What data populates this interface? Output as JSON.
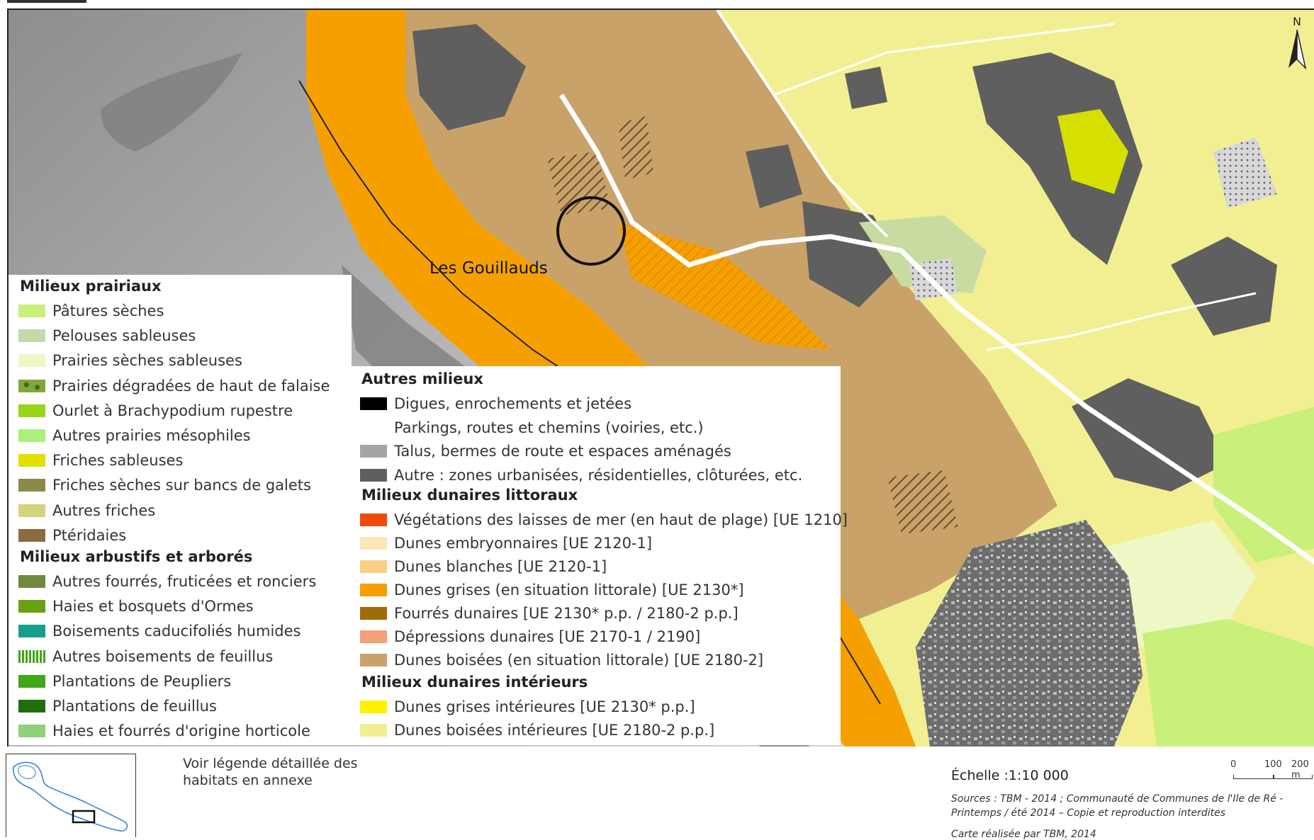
{
  "colors": {
    "sea": "#a9a9a9",
    "sea_light": "#cfcfcf",
    "beach": "#7c7c7c",
    "orange_dune": "#f5a000",
    "wooded_dune": "#c9a26a",
    "pale_yellow": "#f1ef92",
    "urban": "#5f5f5f",
    "light_green": "#c8dba0",
    "road": "#ffffff"
  },
  "map": {
    "place_label": "Les Gouillauds",
    "north_label": "N"
  },
  "legend_left": {
    "heading_1": "Milieux prairiaux",
    "items_1": [
      {
        "label": "Pâtures sèches",
        "color": "#c8f07a"
      },
      {
        "label": "Pelouses sableuses",
        "color": "#c9d8a8"
      },
      {
        "label": "Prairies sèches sableuses",
        "color": "#eef7c6"
      },
      {
        "label": "Prairies dégradées de haut de falaise",
        "color": "#7fa83a",
        "pattern": "mottled"
      },
      {
        "label": "Ourlet à Brachypodium rupestre",
        "color": "#96d616"
      },
      {
        "label": "Autres prairies mésophiles",
        "color": "#aaf07a"
      },
      {
        "label": "Friches sableuses",
        "color": "#e3e000"
      },
      {
        "label": "Friches sèches sur bancs de galets",
        "color": "#8b8a49"
      },
      {
        "label": "Autres friches",
        "color": "#d6d37a"
      },
      {
        "label": "Ptéridaies",
        "color": "#8d6a40"
      }
    ],
    "heading_2": "Milieux arbustifs et arborés",
    "items_2": [
      {
        "label": "Autres fourrés, fruticées et ronciers",
        "color": "#6f8a3c"
      },
      {
        "label": "Haies et bosquets d'Ormes",
        "color": "#6aa016"
      },
      {
        "label": "Boisements caducifoliés humides",
        "color": "#16a08a"
      },
      {
        "label": "Autres boisements de feuillus",
        "color": "#3ea816",
        "pattern": "stripes"
      },
      {
        "label": "Plantations de Peupliers",
        "color": "#3ea816"
      },
      {
        "label": "Plantations de feuillus",
        "color": "#1f6e0a"
      },
      {
        "label": "Haies et fourrés d'origine horticole",
        "color": "#8fd07a"
      }
    ]
  },
  "legend_right": {
    "heading_1": "Autres milieux",
    "items_1": [
      {
        "label": "Digues, enrochements et jetées",
        "color": "#000000"
      },
      {
        "label": "Parkings, routes et chemins (voiries, etc.)",
        "color": "#ffffff"
      },
      {
        "label": "Talus, bermes de route et espaces aménagés",
        "color": "#a5a5a5"
      },
      {
        "label": "Autre : zones urbanisées, résidentielles, clôturées, etc.",
        "color": "#5f5f5f"
      }
    ],
    "heading_2": "Milieux dunaires littoraux",
    "items_2": [
      {
        "label": "Végétations des laisses de mer (en haut de plage) [UE 1210]",
        "color": "#f04a0a"
      },
      {
        "label": "Dunes embryonnaires [UE 2120-1]",
        "color": "#fde7b8"
      },
      {
        "label": "Dunes blanches [UE 2120-1]",
        "color": "#fccf82"
      },
      {
        "label": "Dunes grises (en situation littorale) [UE 2130*]",
        "color": "#f5a000"
      },
      {
        "label": "Fourrés dunaires [UE 2130* p.p. / 2180-2 p.p.]",
        "color": "#a06a0a"
      },
      {
        "label": "Dépressions dunaires [UE 2170-1 / 2190]",
        "color": "#f4a07a"
      },
      {
        "label": "Dunes boisées (en situation littorale) [UE 2180-2]",
        "color": "#c9a26a"
      }
    ],
    "heading_3": "Milieux dunaires intérieurs",
    "items_3": [
      {
        "label": "Dunes grises intérieures [UE 2130* p.p.]",
        "color": "#fff200"
      },
      {
        "label": "Dunes boisées intérieures [UE 2180-2 p.p.]",
        "color": "#f1ef92"
      }
    ]
  },
  "footer": {
    "note": "Voir légende détaillée des habitats en annexe",
    "scale_label": "Échelle :1:10 000",
    "scale_ticks": [
      "0",
      "100",
      "200 m"
    ],
    "sources_line1": "Sources : TBM - 2014 ; Communauté de Communes de l'Ile de Ré -",
    "sources_line2": "Printemps / été 2014 – Copie et reproduction interdites",
    "credit": "Carte réalisée par TBM, 2014"
  }
}
